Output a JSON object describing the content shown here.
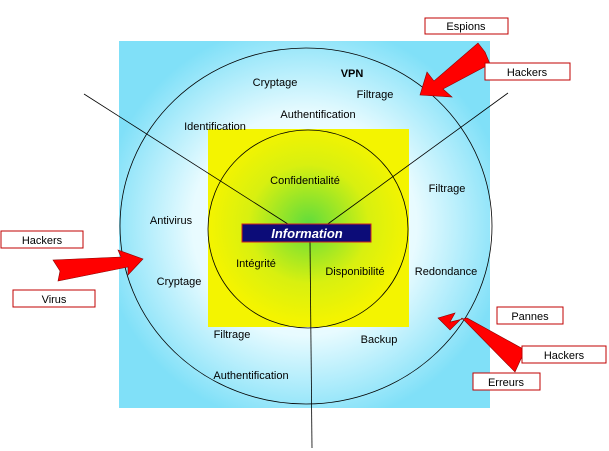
{
  "center": {
    "label": "Information"
  },
  "inner_properties": [
    "Confidentialité",
    "Intégrité",
    "Disponibilité"
  ],
  "outer_measures": {
    "cryptage_top": "Cryptage",
    "vpn": "VPN",
    "filtrage_top": "Filtrage",
    "authentification_top": "Authentification",
    "identification": "Identification",
    "filtrage_right": "Filtrage",
    "antivirus": "Antivirus",
    "redondance": "Redondance",
    "cryptage_left": "Cryptage",
    "filtrage_bottom": "Filtrage",
    "backup": "Backup",
    "authentification_bottom": "Authentification"
  },
  "threats": {
    "espions": "Espions",
    "hackers_top": "Hackers",
    "hackers_left": "Hackers",
    "virus": "Virus",
    "pannes": "Pannes",
    "hackers_bottom": "Hackers",
    "erreurs": "Erreurs"
  },
  "colors": {
    "outer": "#80e0f8",
    "inner": "#f4f400",
    "core": "#60dc3c",
    "center_box": "#0c0c78",
    "threat": "#ff0000"
  }
}
